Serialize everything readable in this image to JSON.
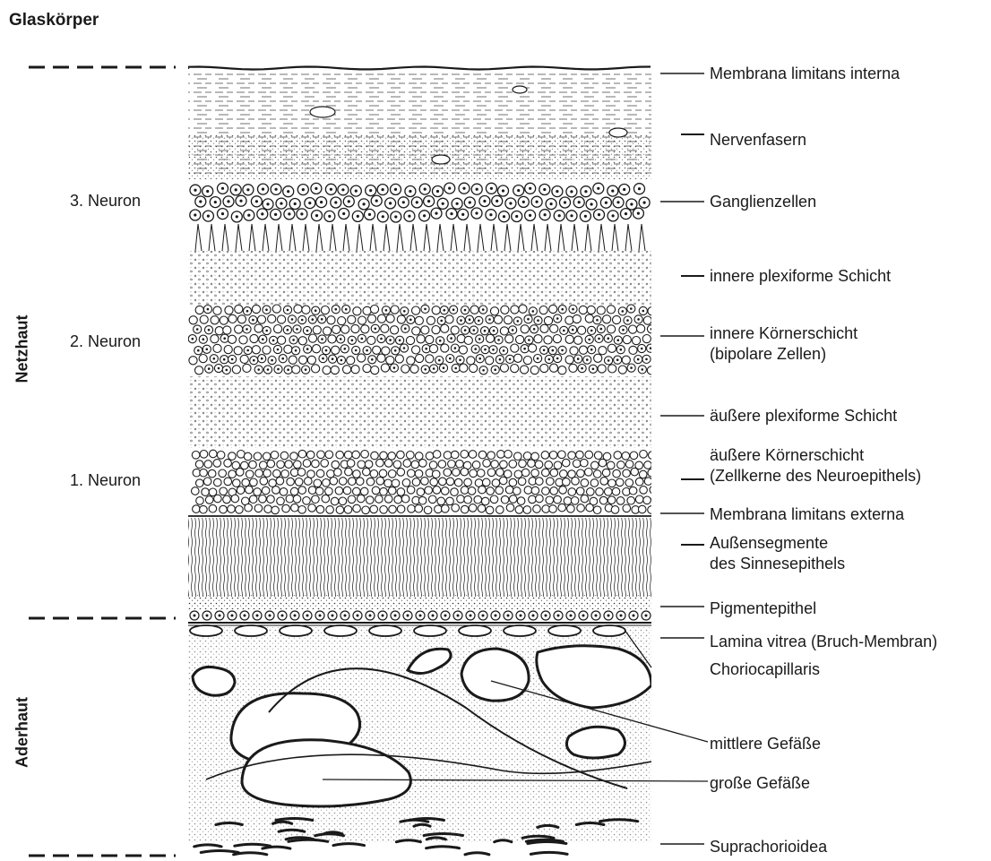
{
  "title": "Glaskörper",
  "sections": {
    "netzhaut": "Netzhaut",
    "aderhaut": "Aderhaut"
  },
  "neurons": [
    "3. Neuron",
    "2. Neuron",
    "1. Neuron"
  ],
  "labels": [
    {
      "id": "membrana-limitans-interna",
      "lines": [
        "Membrana limitans interna"
      ]
    },
    {
      "id": "nervenfasern",
      "lines": [
        "Nervenfasern"
      ]
    },
    {
      "id": "ganglienzellen",
      "lines": [
        "Ganglienzellen"
      ]
    },
    {
      "id": "innere-plexiforme-schicht",
      "lines": [
        "innere plexiforme Schicht"
      ]
    },
    {
      "id": "innere-koernerschicht",
      "lines": [
        "innere Körnerschicht",
        "(bipolare Zellen)"
      ]
    },
    {
      "id": "aeussere-plexiforme-schicht",
      "lines": [
        "äußere plexiforme Schicht"
      ]
    },
    {
      "id": "aeussere-koernerschicht",
      "lines": [
        "äußere Körnerschicht",
        "(Zellkerne des Neuroepithels)"
      ]
    },
    {
      "id": "membrana-limitans-externa",
      "lines": [
        "Membrana limitans externa"
      ]
    },
    {
      "id": "aussensegmente",
      "lines": [
        "Außensegmente",
        "des Sinnesepithels"
      ]
    },
    {
      "id": "pigmentepithel",
      "lines": [
        "Pigmentepithel"
      ]
    },
    {
      "id": "lamina-vitrea",
      "lines": [
        "Lamina vitrea (Bruch-Membran)"
      ]
    },
    {
      "id": "choriocapillaris",
      "lines": [
        "Choriocapillaris"
      ]
    },
    {
      "id": "mittlere-gefaesse",
      "lines": [
        "mittlere Gefäße"
      ]
    },
    {
      "id": "grosse-gefaesse",
      "lines": [
        "große Gefäße"
      ]
    },
    {
      "id": "suprachorioidea",
      "lines": [
        "Suprachorioidea"
      ]
    }
  ],
  "colors": {
    "ink": "#1a1a1a",
    "background": "#ffffff"
  }
}
